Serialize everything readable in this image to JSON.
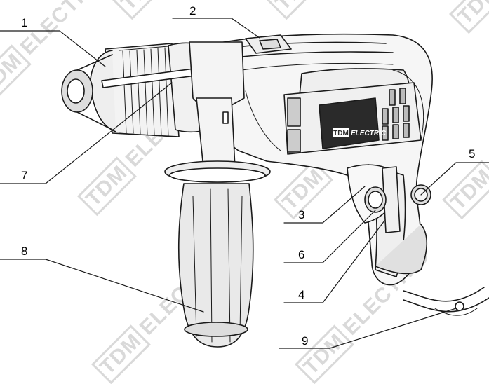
{
  "diagram": {
    "callouts": [
      {
        "id": "1",
        "label": "1"
      },
      {
        "id": "2",
        "label": "2"
      },
      {
        "id": "3",
        "label": "3"
      },
      {
        "id": "4",
        "label": "4"
      },
      {
        "id": "5",
        "label": "5"
      },
      {
        "id": "6",
        "label": "6"
      },
      {
        "id": "7",
        "label": "7"
      },
      {
        "id": "8",
        "label": "8"
      },
      {
        "id": "9",
        "label": "9"
      }
    ],
    "product_logo": {
      "brand": "TDM",
      "text": "ELECTRIC"
    },
    "watermark": {
      "brand": "TDM",
      "text": "ELECTRIC"
    },
    "colors": {
      "line": "#1a1a1a",
      "watermark": "#d9d9d9",
      "body_fill": "#f6f6f6",
      "grip_fill": "#e9e9e9",
      "panel_fill": "#2a2a2a"
    }
  }
}
